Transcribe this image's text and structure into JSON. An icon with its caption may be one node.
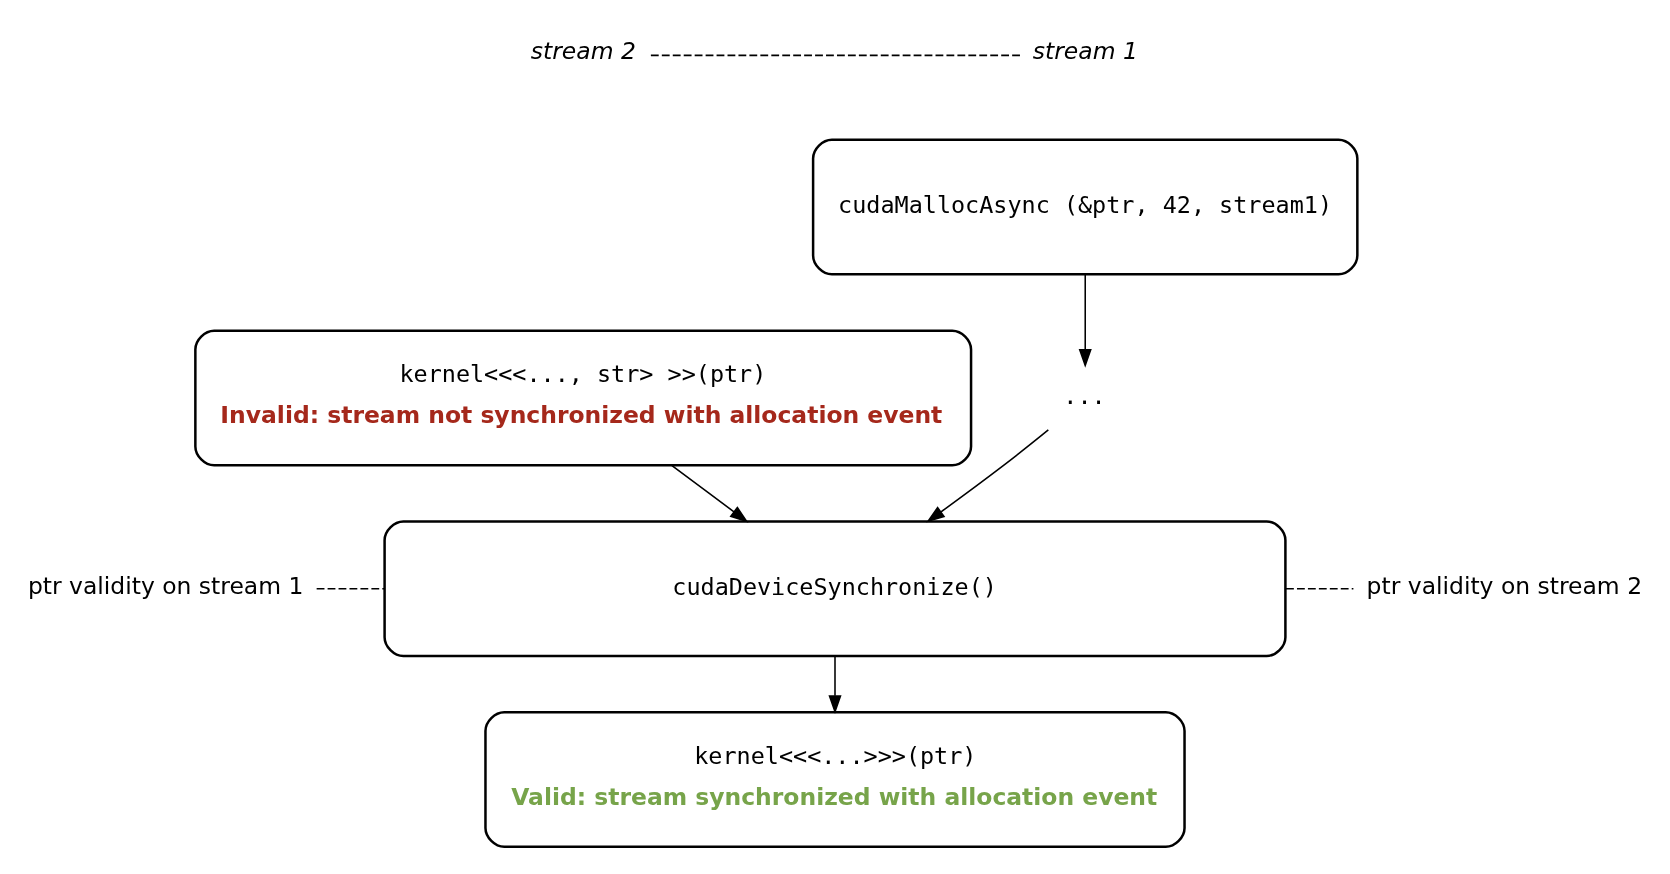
{
  "diagram": {
    "nodes": [
      {
        "text": [
          "cudaMallocAsync (&ptr, 42, stream1)"
        ]
      },
      {
        "text": [
          "..."
        ]
      },
      {
        "text": [
          "kernel<<<..., str> >>(ptr)",
          "Invalid: stream not synchronized with allocation event"
        ]
      },
      {
        "text": [
          "cudaDeviceSynchronize()"
        ]
      },
      {
        "text": [
          "kernel<<<...>>>(ptr)",
          "Valid: stream synchronized with allocation event"
        ]
      }
    ],
    "edges": [
      {
        "from": 0,
        "to": 1,
        "arrow": "to"
      },
      {
        "from": 1,
        "to": 3,
        "arrow": "to"
      },
      {
        "from": 2,
        "to": 3,
        "arrow": "to"
      },
      {
        "from": 3,
        "to": 4,
        "arrow": "to"
      }
    ],
    "labels": [
      "stream 1",
      "stream 2",
      "ptr validity on stream 1",
      "ptr validity on stream 2"
    ]
  }
}
